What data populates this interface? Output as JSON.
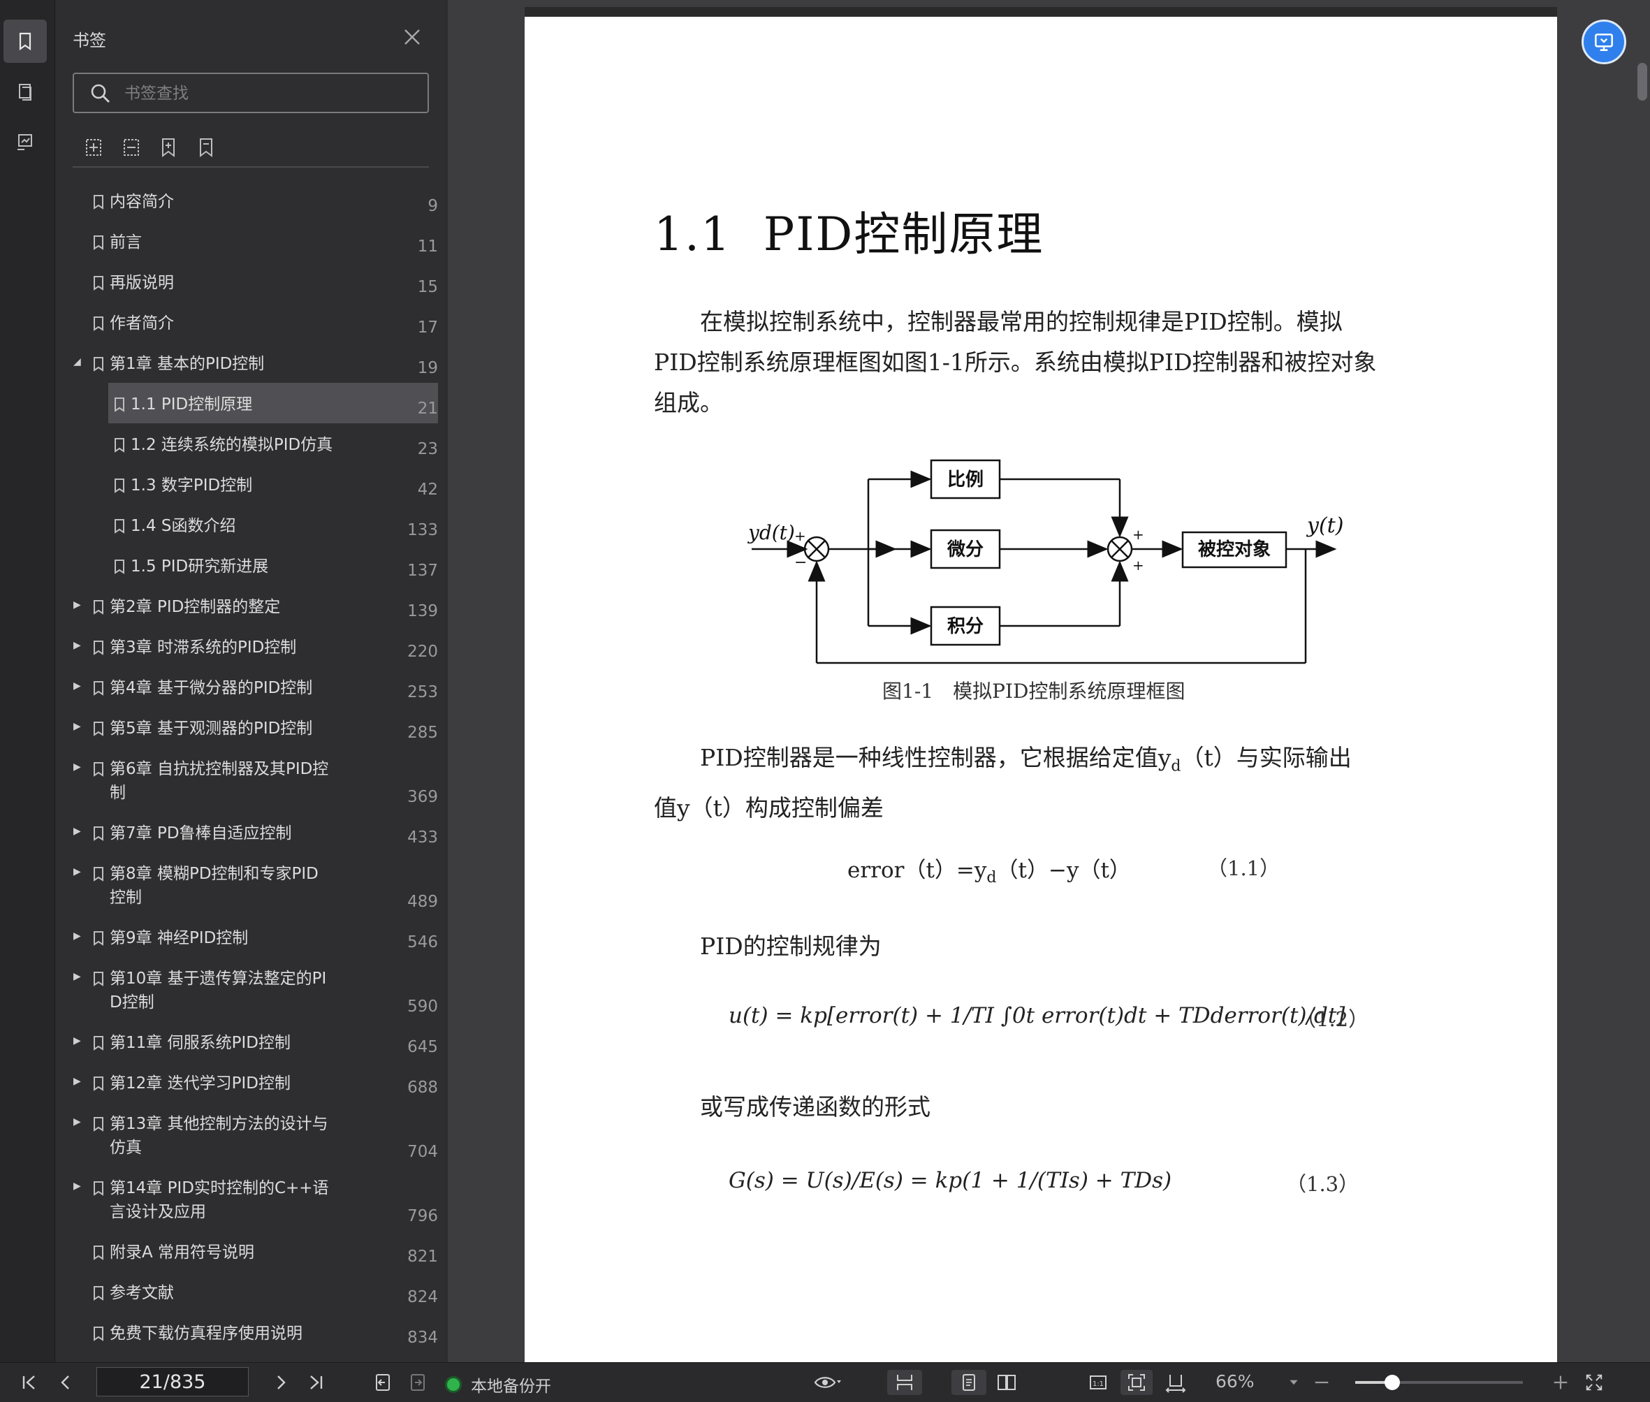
{
  "panel": {
    "title": "书签",
    "search_placeholder": "书签查找"
  },
  "bookmarks": [
    {
      "label": "内容简介",
      "page": "9",
      "level": 0,
      "expander": "none"
    },
    {
      "label": "前言",
      "page": "11",
      "level": 0,
      "expander": "none"
    },
    {
      "label": "再版说明",
      "page": "15",
      "level": 0,
      "expander": "none"
    },
    {
      "label": "作者简介",
      "page": "17",
      "level": 0,
      "expander": "none"
    },
    {
      "label": "第1章 基本的PID控制",
      "page": "19",
      "level": 0,
      "expander": "expanded"
    },
    {
      "label": "1.1 PID控制原理",
      "page": "21",
      "level": 1,
      "expander": "none",
      "selected": true
    },
    {
      "label": "1.2 连续系统的模拟PID仿真",
      "page": "23",
      "level": 1,
      "expander": "none"
    },
    {
      "label": "1.3 数字PID控制",
      "page": "42",
      "level": 1,
      "expander": "none"
    },
    {
      "label": "1.4 S函数介绍",
      "page": "133",
      "level": 1,
      "expander": "none"
    },
    {
      "label": "1.5 PID研究新进展",
      "page": "137",
      "level": 1,
      "expander": "none"
    },
    {
      "label": "第2章 PID控制器的整定",
      "page": "139",
      "level": 0,
      "expander": "collapsed"
    },
    {
      "label": "第3章 时滞系统的PID控制",
      "page": "220",
      "level": 0,
      "expander": "collapsed"
    },
    {
      "label": "第4章 基于微分器的PID控制",
      "page": "253",
      "level": 0,
      "expander": "collapsed"
    },
    {
      "label": "第5章 基于观测器的PID控制",
      "page": "285",
      "level": 0,
      "expander": "collapsed"
    },
    {
      "label": "第6章 自抗扰控制器及其PID控制",
      "page": "369",
      "level": 0,
      "expander": "collapsed",
      "lines": [
        "第6章 自抗扰控制器及其PID控",
        "制"
      ]
    },
    {
      "label": "第7章 PD鲁棒自适应控制",
      "page": "433",
      "level": 0,
      "expander": "collapsed"
    },
    {
      "label": "第8章 模糊PD控制和专家PID控制",
      "page": "489",
      "level": 0,
      "expander": "collapsed",
      "lines": [
        "第8章 模糊PD控制和专家PID",
        "控制"
      ]
    },
    {
      "label": "第9章 神经PID控制",
      "page": "546",
      "level": 0,
      "expander": "collapsed"
    },
    {
      "label": "第10章 基于遗传算法整定的PID控制",
      "page": "590",
      "level": 0,
      "expander": "collapsed",
      "lines": [
        "第10章 基于遗传算法整定的PI",
        "D控制"
      ]
    },
    {
      "label": "第11章 伺服系统PID控制",
      "page": "645",
      "level": 0,
      "expander": "collapsed"
    },
    {
      "label": "第12章 迭代学习PID控制",
      "page": "688",
      "level": 0,
      "expander": "collapsed"
    },
    {
      "label": "第13章 其他控制方法的设计与仿真",
      "page": "704",
      "level": 0,
      "expander": "collapsed",
      "lines": [
        "第13章 其他控制方法的设计与",
        "仿真"
      ]
    },
    {
      "label": "第14章 PID实时控制的C++语言设计及应用",
      "page": "796",
      "level": 0,
      "expander": "collapsed",
      "lines": [
        "第14章 PID实时控制的C++语",
        "言设计及应用"
      ]
    },
    {
      "label": "附录A 常用符号说明",
      "page": "821",
      "level": 0,
      "expander": "none"
    },
    {
      "label": "参考文献",
      "page": "824",
      "level": 0,
      "expander": "none"
    },
    {
      "label": "免费下载仿真程序使用说明",
      "page": "834",
      "level": 0,
      "expander": "none"
    }
  ],
  "document": {
    "heading": "1.1  PID控制原理",
    "para1": [
      "　　在模拟控制系统中，控制器最常用的控制规律是PID控制。模拟",
      "PID控制系统原理框图如图1-1所示。系统由模拟PID控制器和被控对象",
      "组成。"
    ],
    "diagram": {
      "blocks": [
        "比例",
        "微分",
        "积分",
        "被控对象"
      ],
      "input_label": "yd(t)",
      "output_label": "y(t)",
      "plus": "+",
      "minus": "−"
    },
    "caption": "图1-1　模拟PID控制系统原理框图",
    "para2_line1": "　　PID控制器是一种线性控制器，它根据给定值y",
    "para2_sub": "d",
    "para2_line1_end": "（t）与实际输出",
    "para2_line2": "值y（t）构成控制偏差",
    "eq1": {
      "left": "error（t）=y",
      "sub": "d",
      "right": "（t）−y（t）",
      "number": "（1.1）"
    },
    "para3": "　　PID的控制规律为",
    "eq2": {
      "text": "u(t) = kp[error(t) + 1/TI ∫0t error(t)dt + TDderror(t)/dt]",
      "number": "（1.2）"
    },
    "para4": "　　或写成传递函数的形式",
    "eq3": {
      "text": "G(s) = U(s)/E(s) = kp(1 + 1/(TIs) + TDs)",
      "number": "（1.3）"
    }
  },
  "statusbar": {
    "page_indicator": "21/835",
    "backup_label": "本地备份开",
    "zoom": "66%",
    "zoom_fraction": 0.22,
    "backup_color": "#2fb34b"
  },
  "colors": {
    "accent": "#2f80ed",
    "panel_bg": "#2e2e30",
    "selected_bg": "#505054"
  },
  "icons": {
    "rail": [
      "bookmark-icon",
      "thumbnail-icon",
      "annotation-icon"
    ],
    "tools": [
      "expand-all-icon",
      "collapse-all-icon",
      "add-bookmark-icon",
      "bookmark-outline-icon"
    ]
  }
}
